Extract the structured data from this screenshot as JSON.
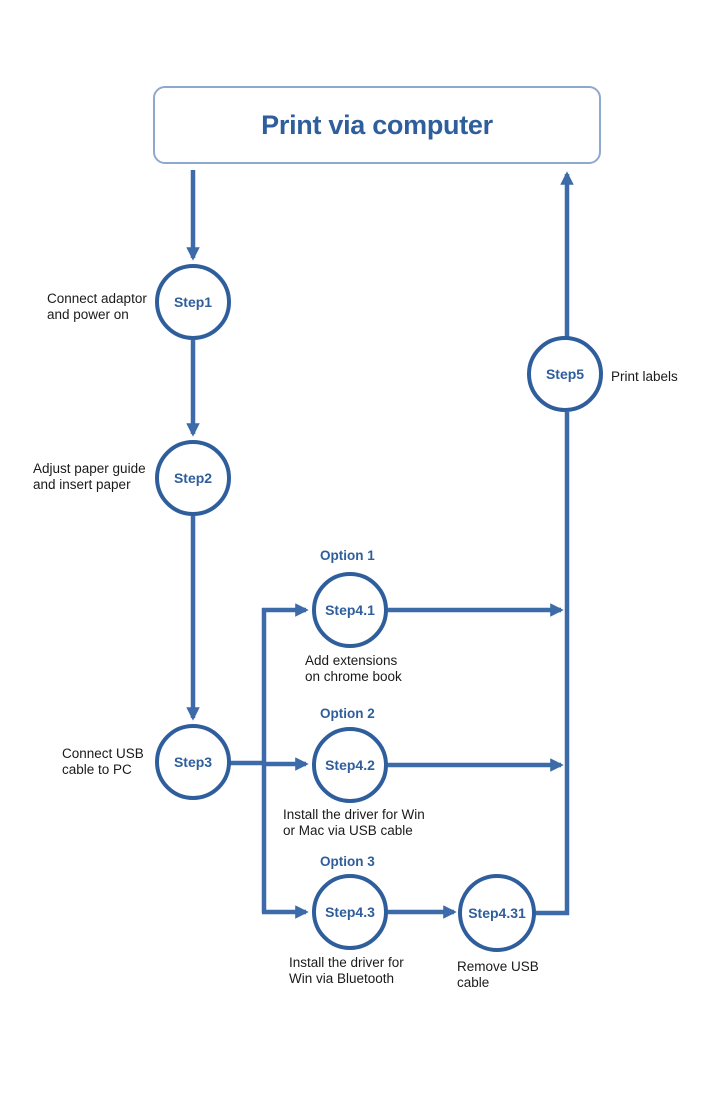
{
  "title": "Print via computer",
  "steps": {
    "s1": "Step1",
    "s2": "Step2",
    "s3": "Step3",
    "s41": "Step4.1",
    "s42": "Step4.2",
    "s43": "Step4.3",
    "s431": "Step4.31",
    "s5": "Step5"
  },
  "options": {
    "o1": "Option 1",
    "o2": "Option 2",
    "o3": "Option 3"
  },
  "labels": {
    "s1": [
      "Connect adaptor",
      "and power on"
    ],
    "s2": [
      "Adjust paper guide",
      "and insert paper"
    ],
    "s3": [
      "Connect USB",
      "cable to PC"
    ],
    "s41": [
      "Add extensions",
      "on chrome book"
    ],
    "s42": [
      "Install the driver for Win",
      "or Mac via USB cable"
    ],
    "s43": [
      "Install the driver for",
      "Win via Bluetooth"
    ],
    "s431": [
      "Remove USB",
      "cable"
    ],
    "s5": [
      "Print labels"
    ]
  },
  "colors": {
    "primary": "#2f5e9c",
    "flow_line": "#3d6aa8",
    "title_border": "#8fa9cc"
  }
}
